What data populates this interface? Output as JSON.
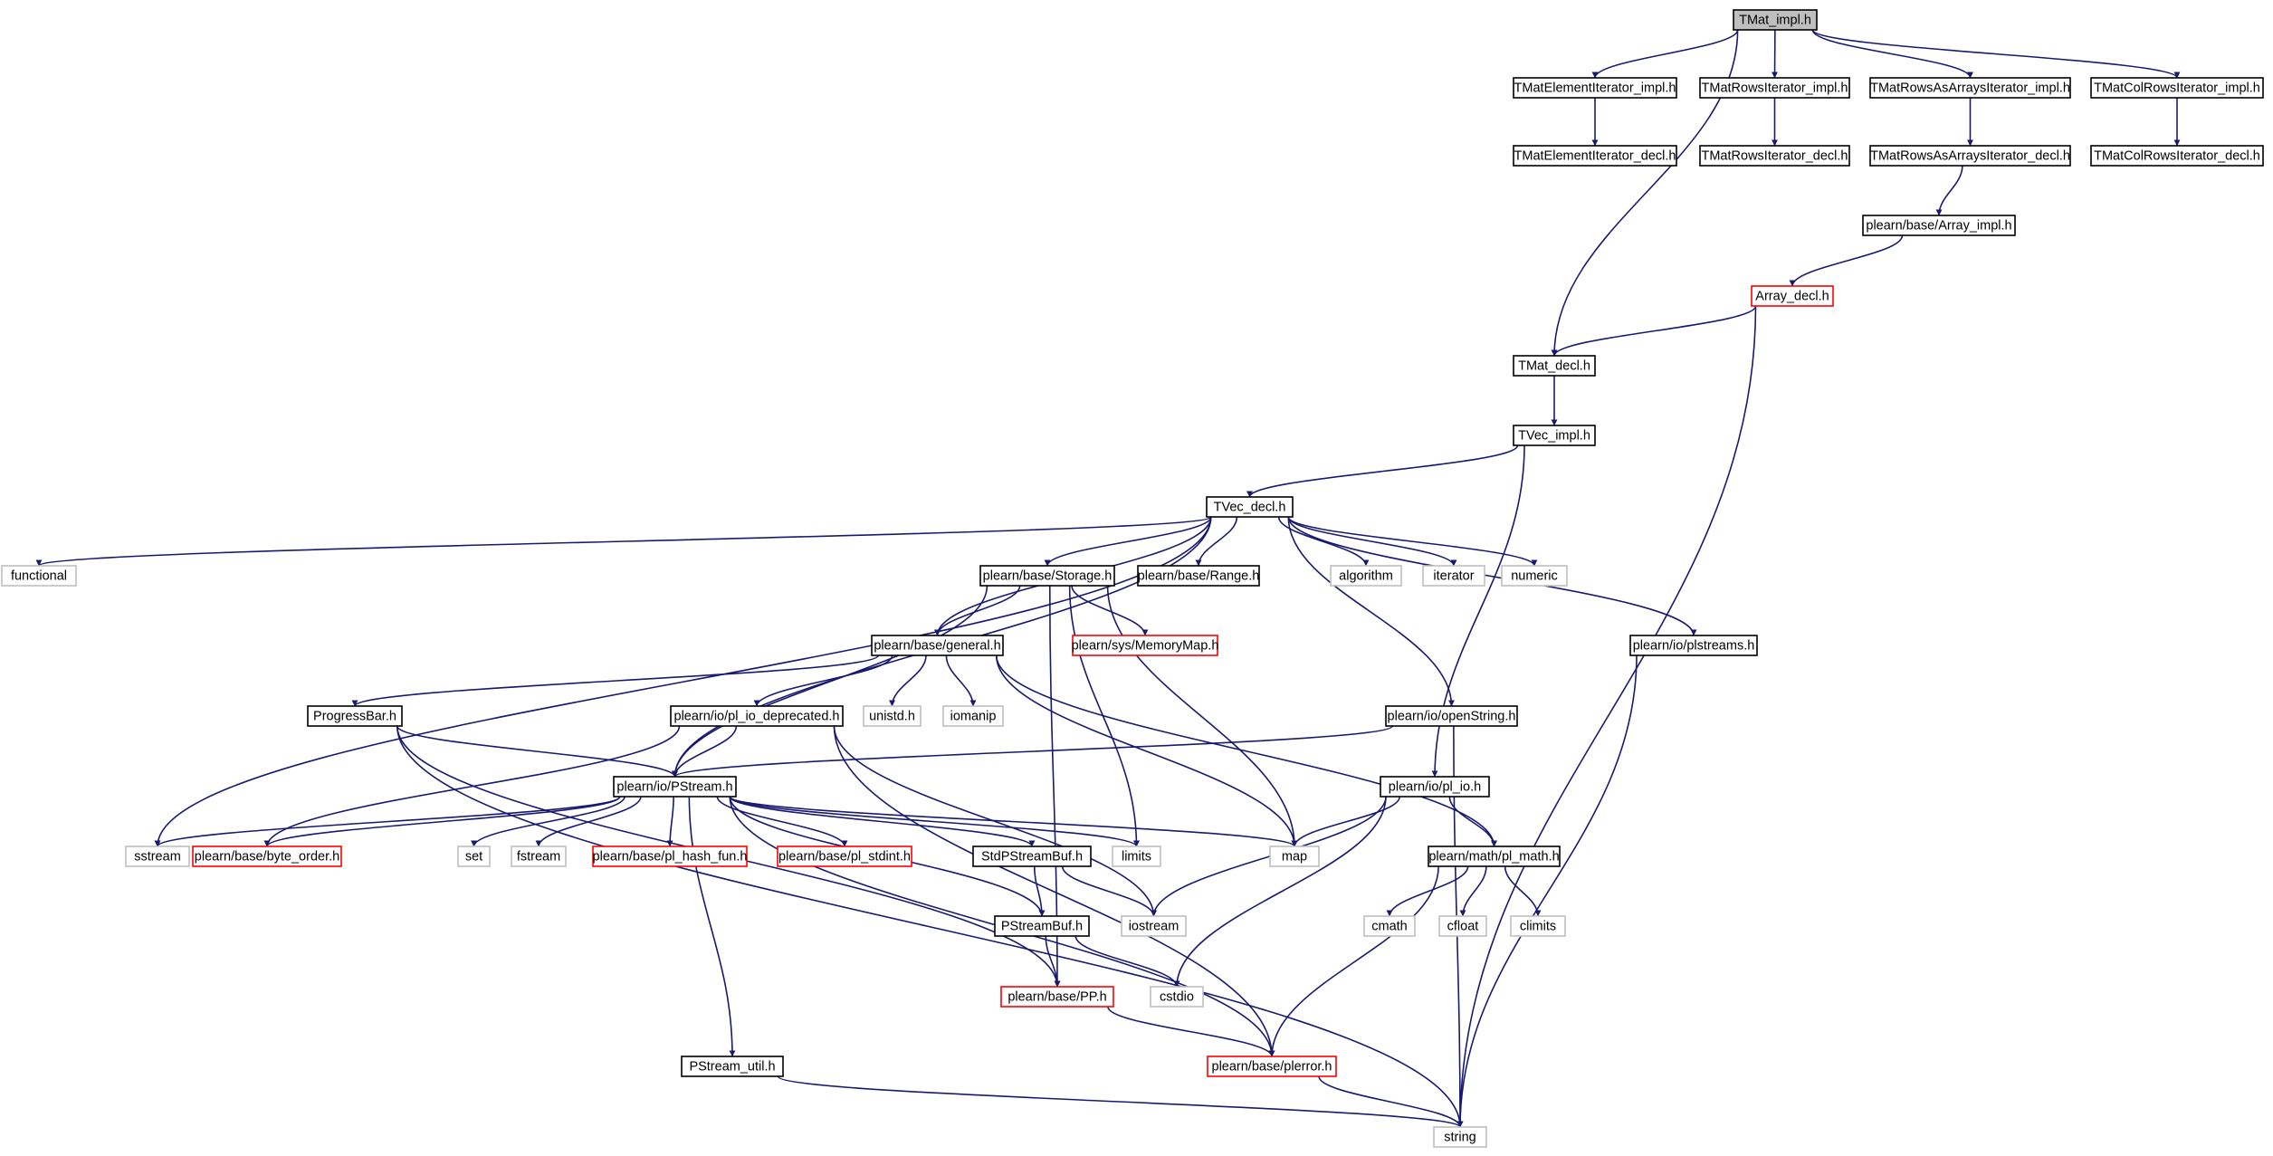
{
  "colors": {
    "edge": "#191970",
    "text": "#000000",
    "border_internal": "#000000",
    "border_system": "#bfbfbf",
    "border_truncated": "#ff0000",
    "fill_root": "#bfbfbf",
    "fill_default": "#ffffff"
  },
  "graph": {
    "nodes": [
      {
        "id": "tmat_impl",
        "label": "TMat_impl.h",
        "kind": "root"
      },
      {
        "id": "tmat_elem_impl",
        "label": "TMatElementIterator_impl.h",
        "kind": "internal"
      },
      {
        "id": "tmat_rows_impl",
        "label": "TMatRowsIterator_impl.h",
        "kind": "internal"
      },
      {
        "id": "tmat_rowsarr_impl",
        "label": "TMatRowsAsArraysIterator_impl.h",
        "kind": "internal"
      },
      {
        "id": "tmat_col_impl",
        "label": "TMatColRowsIterator_impl.h",
        "kind": "internal"
      },
      {
        "id": "tmat_elem_decl",
        "label": "TMatElementIterator_decl.h",
        "kind": "internal"
      },
      {
        "id": "tmat_rows_decl",
        "label": "TMatRowsIterator_decl.h",
        "kind": "internal"
      },
      {
        "id": "tmat_rowsarr_decl",
        "label": "TMatRowsAsArraysIterator_decl.h",
        "kind": "internal"
      },
      {
        "id": "tmat_col_decl",
        "label": "TMatColRowsIterator_decl.h",
        "kind": "internal"
      },
      {
        "id": "array_impl",
        "label": "plearn/base/Array_impl.h",
        "kind": "internal"
      },
      {
        "id": "array_decl",
        "label": "Array_decl.h",
        "kind": "truncated"
      },
      {
        "id": "tmat_decl",
        "label": "TMat_decl.h",
        "kind": "internal"
      },
      {
        "id": "tvec_impl",
        "label": "TVec_impl.h",
        "kind": "internal"
      },
      {
        "id": "tvec_decl",
        "label": "TVec_decl.h",
        "kind": "internal"
      },
      {
        "id": "functional",
        "label": "functional",
        "kind": "system"
      },
      {
        "id": "storage",
        "label": "plearn/base/Storage.h",
        "kind": "internal"
      },
      {
        "id": "range",
        "label": "plearn/base/Range.h",
        "kind": "internal"
      },
      {
        "id": "algorithm",
        "label": "algorithm",
        "kind": "system"
      },
      {
        "id": "iterator",
        "label": "iterator",
        "kind": "system"
      },
      {
        "id": "numeric",
        "label": "numeric",
        "kind": "system"
      },
      {
        "id": "memorymap",
        "label": "plearn/sys/MemoryMap.h",
        "kind": "truncated"
      },
      {
        "id": "plstreams",
        "label": "plearn/io/plstreams.h",
        "kind": "internal"
      },
      {
        "id": "general",
        "label": "plearn/base/general.h",
        "kind": "internal"
      },
      {
        "id": "progressbar",
        "label": "ProgressBar.h",
        "kind": "internal"
      },
      {
        "id": "pl_io_deprecated",
        "label": "plearn/io/pl_io_deprecated.h",
        "kind": "internal"
      },
      {
        "id": "unistd",
        "label": "unistd.h",
        "kind": "system"
      },
      {
        "id": "iomanip",
        "label": "iomanip",
        "kind": "system"
      },
      {
        "id": "openstring",
        "label": "plearn/io/openString.h",
        "kind": "internal"
      },
      {
        "id": "pstream",
        "label": "plearn/io/PStream.h",
        "kind": "internal"
      },
      {
        "id": "pl_io",
        "label": "plearn/io/pl_io.h",
        "kind": "internal"
      },
      {
        "id": "sstream",
        "label": "sstream",
        "kind": "system"
      },
      {
        "id": "byte_order",
        "label": "plearn/base/byte_order.h",
        "kind": "truncated"
      },
      {
        "id": "set",
        "label": "set",
        "kind": "system"
      },
      {
        "id": "fstream",
        "label": "fstream",
        "kind": "system"
      },
      {
        "id": "pl_hash_fun",
        "label": "plearn/base/pl_hash_fun.h",
        "kind": "truncated"
      },
      {
        "id": "pl_stdint",
        "label": "plearn/base/pl_stdint.h",
        "kind": "truncated"
      },
      {
        "id": "stdpstreambuf",
        "label": "StdPStreamBuf.h",
        "kind": "internal"
      },
      {
        "id": "limits",
        "label": "limits",
        "kind": "system"
      },
      {
        "id": "map",
        "label": "map",
        "kind": "system"
      },
      {
        "id": "pl_math",
        "label": "plearn/math/pl_math.h",
        "kind": "internal"
      },
      {
        "id": "pstreambuf",
        "label": "PStreamBuf.h",
        "kind": "internal"
      },
      {
        "id": "iostream",
        "label": "iostream",
        "kind": "system"
      },
      {
        "id": "cmath",
        "label": "cmath",
        "kind": "system"
      },
      {
        "id": "cfloat",
        "label": "cfloat",
        "kind": "system"
      },
      {
        "id": "climits",
        "label": "climits",
        "kind": "system"
      },
      {
        "id": "pp",
        "label": "plearn/base/PP.h",
        "kind": "truncated"
      },
      {
        "id": "cstdio",
        "label": "cstdio",
        "kind": "system"
      },
      {
        "id": "pstream_util",
        "label": "PStream_util.h",
        "kind": "internal"
      },
      {
        "id": "plerror",
        "label": "plearn/base/plerror.h",
        "kind": "truncated"
      },
      {
        "id": "string",
        "label": "string",
        "kind": "system"
      }
    ],
    "edges": [
      [
        "tmat_impl",
        "tmat_elem_impl"
      ],
      [
        "tmat_impl",
        "tmat_rows_impl"
      ],
      [
        "tmat_impl",
        "tmat_rowsarr_impl"
      ],
      [
        "tmat_impl",
        "tmat_col_impl"
      ],
      [
        "tmat_impl",
        "tmat_decl"
      ],
      [
        "tmat_elem_impl",
        "tmat_elem_decl"
      ],
      [
        "tmat_rows_impl",
        "tmat_rows_decl"
      ],
      [
        "tmat_rowsarr_impl",
        "tmat_rowsarr_decl"
      ],
      [
        "tmat_col_impl",
        "tmat_col_decl"
      ],
      [
        "tmat_rowsarr_decl",
        "array_impl"
      ],
      [
        "array_impl",
        "array_decl"
      ],
      [
        "array_decl",
        "tmat_decl"
      ],
      [
        "array_decl",
        "string"
      ],
      [
        "tmat_decl",
        "tvec_impl"
      ],
      [
        "tvec_impl",
        "tvec_decl"
      ],
      [
        "tvec_impl",
        "pl_io"
      ],
      [
        "tvec_decl",
        "functional"
      ],
      [
        "tvec_decl",
        "sstream"
      ],
      [
        "tvec_decl",
        "pstream"
      ],
      [
        "tvec_decl",
        "general"
      ],
      [
        "tvec_decl",
        "storage"
      ],
      [
        "tvec_decl",
        "range"
      ],
      [
        "tvec_decl",
        "algorithm"
      ],
      [
        "tvec_decl",
        "iterator"
      ],
      [
        "tvec_decl",
        "numeric"
      ],
      [
        "tvec_decl",
        "openstring"
      ],
      [
        "tvec_decl",
        "plstreams"
      ],
      [
        "storage",
        "general"
      ],
      [
        "storage",
        "memorymap"
      ],
      [
        "storage",
        "pstream"
      ],
      [
        "storage",
        "limits"
      ],
      [
        "storage",
        "map"
      ],
      [
        "storage",
        "pp"
      ],
      [
        "plstreams",
        "string"
      ],
      [
        "general",
        "progressbar"
      ],
      [
        "general",
        "pl_io_deprecated"
      ],
      [
        "general",
        "unistd"
      ],
      [
        "general",
        "iomanip"
      ],
      [
        "general",
        "map"
      ],
      [
        "general",
        "pl_math"
      ],
      [
        "progressbar",
        "pstream"
      ],
      [
        "progressbar",
        "pp"
      ],
      [
        "progressbar",
        "string"
      ],
      [
        "pl_io_deprecated",
        "byte_order"
      ],
      [
        "pl_io_deprecated",
        "pstream"
      ],
      [
        "pl_io_deprecated",
        "iostream"
      ],
      [
        "pl_io_deprecated",
        "plerror"
      ],
      [
        "openstring",
        "pstream"
      ],
      [
        "openstring",
        "string"
      ],
      [
        "pstream",
        "sstream"
      ],
      [
        "pstream",
        "byte_order"
      ],
      [
        "pstream",
        "set"
      ],
      [
        "pstream",
        "fstream"
      ],
      [
        "pstream",
        "pl_hash_fun"
      ],
      [
        "pstream",
        "pl_stdint"
      ],
      [
        "pstream",
        "stdpstreambuf"
      ],
      [
        "pstream",
        "limits"
      ],
      [
        "pstream",
        "map"
      ],
      [
        "pstream",
        "pstreambuf"
      ],
      [
        "pstream",
        "pstream_util"
      ],
      [
        "pstream",
        "plerror"
      ],
      [
        "pl_io",
        "map"
      ],
      [
        "pl_io",
        "iostream"
      ],
      [
        "pl_io",
        "pl_math"
      ],
      [
        "pl_io",
        "cstdio"
      ],
      [
        "stdpstreambuf",
        "pstreambuf"
      ],
      [
        "stdpstreambuf",
        "iostream"
      ],
      [
        "pstreambuf",
        "pp"
      ],
      [
        "pstreambuf",
        "cstdio"
      ],
      [
        "pl_math",
        "cmath"
      ],
      [
        "pl_math",
        "cfloat"
      ],
      [
        "pl_math",
        "climits"
      ],
      [
        "pl_math",
        "plerror"
      ],
      [
        "pp",
        "plerror"
      ],
      [
        "pstream_util",
        "string"
      ],
      [
        "plerror",
        "string"
      ]
    ]
  }
}
